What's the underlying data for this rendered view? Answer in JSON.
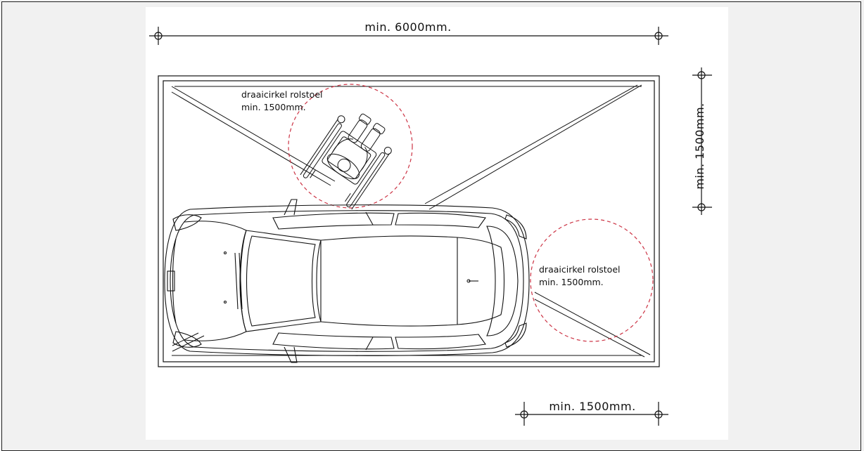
{
  "dimensions": {
    "top_width": "min. 6000mm.",
    "right_height": "min. 1500mm.",
    "bottom_width": "min. 1500mm."
  },
  "turning_circles": [
    {
      "line1": "draaicirkel rolstoel",
      "line2": "min. 1500mm."
    },
    {
      "line1": "draaicirkel rolstoel",
      "line2": "min. 1500mm."
    }
  ],
  "colors": {
    "lines": "#111111",
    "circle": "#cc3344",
    "sheet": "#ffffff",
    "background": "#f1f1f1"
  }
}
